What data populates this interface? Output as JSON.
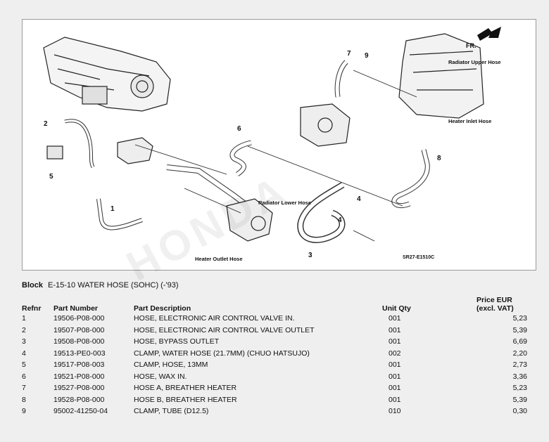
{
  "diagram": {
    "code": "SR27-E1510C",
    "front_marker": "FR.",
    "callouts": {
      "radiator_upper_hose": "Radiator Upper Hose",
      "heater_inlet_hose": "Heater Inlet Hose",
      "radiator_lower_hose": "Radiator Lower Hose",
      "heater_outlet_hose": "Heater Outlet Hose"
    },
    "ref_numbers": [
      "1",
      "2",
      "3",
      "4",
      "4",
      "5",
      "6",
      "7",
      "8",
      "9"
    ]
  },
  "block": {
    "label": "Block",
    "title": "E-15-10 WATER HOSE (SOHC) (-'93)"
  },
  "table": {
    "headers": {
      "refnr": "Refnr",
      "part_number": "Part Number",
      "description": "Part Description",
      "qty": "Unit Qty",
      "price_line1": "Price EUR",
      "price_line2": "(excl. VAT)"
    },
    "rows": [
      {
        "refnr": "1",
        "part_number": "19506-P08-000",
        "description": "HOSE, ELECTRONIC AIR CONTROL VALVE IN.",
        "qty": "001",
        "price": "5,23"
      },
      {
        "refnr": "2",
        "part_number": "19507-P08-000",
        "description": "HOSE, ELECTRONIC AIR CONTROL VALVE OUTLET",
        "qty": "001",
        "price": "5,39"
      },
      {
        "refnr": "3",
        "part_number": "19508-P08-000",
        "description": "HOSE, BYPASS OUTLET",
        "qty": "001",
        "price": "6,69"
      },
      {
        "refnr": "4",
        "part_number": "19513-PE0-003",
        "description": "CLAMP, WATER HOSE (21.7MM) (CHUO HATSUJO)",
        "qty": "002",
        "price": "2,20"
      },
      {
        "refnr": "5",
        "part_number": "19517-P08-003",
        "description": "CLAMP, HOSE, 13MM",
        "qty": "001",
        "price": "2,73"
      },
      {
        "refnr": "6",
        "part_number": "19521-P08-000",
        "description": "HOSE, WAX IN.",
        "qty": "001",
        "price": "3,36"
      },
      {
        "refnr": "7",
        "part_number": "19527-P08-000",
        "description": "HOSE A, BREATHER HEATER",
        "qty": "001",
        "price": "5,23"
      },
      {
        "refnr": "8",
        "part_number": "19528-P08-000",
        "description": "HOSE B, BREATHER HEATER",
        "qty": "001",
        "price": "5,39"
      },
      {
        "refnr": "9",
        "part_number": "95002-41250-04",
        "description": "CLAMP, TUBE (D12.5)",
        "qty": "010",
        "price": "0,30"
      }
    ]
  }
}
